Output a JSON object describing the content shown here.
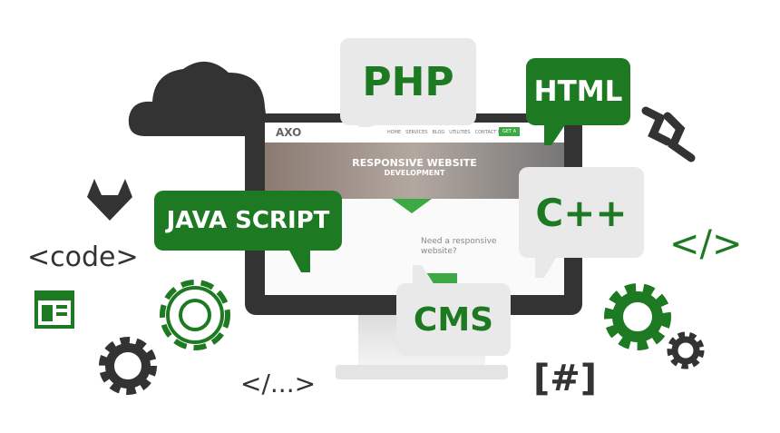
{
  "bubbles": {
    "php": "PHP",
    "html": "HTML",
    "cpp": "C++",
    "javascript": "JAVA SCRIPT",
    "cms": "CMS"
  },
  "snippets": {
    "code": "<code>",
    "closing_tag": "</>",
    "ellipsis_tag": "</...>",
    "hash": "[#]"
  },
  "screen": {
    "logo": "AXO",
    "nav": [
      "HOME",
      "SERVICES",
      "BLOG",
      "UTILITIES",
      "CONTACT US"
    ],
    "cta": "GET A",
    "hero_title": "RESPONSIVE WEBSITE",
    "hero_subtitle": "DEVELOPMENT",
    "heading": "Need a responsive website?"
  },
  "colors": {
    "green": "#1e7a22",
    "dark": "#333333",
    "bubble_gray": "#e9e9e9"
  }
}
